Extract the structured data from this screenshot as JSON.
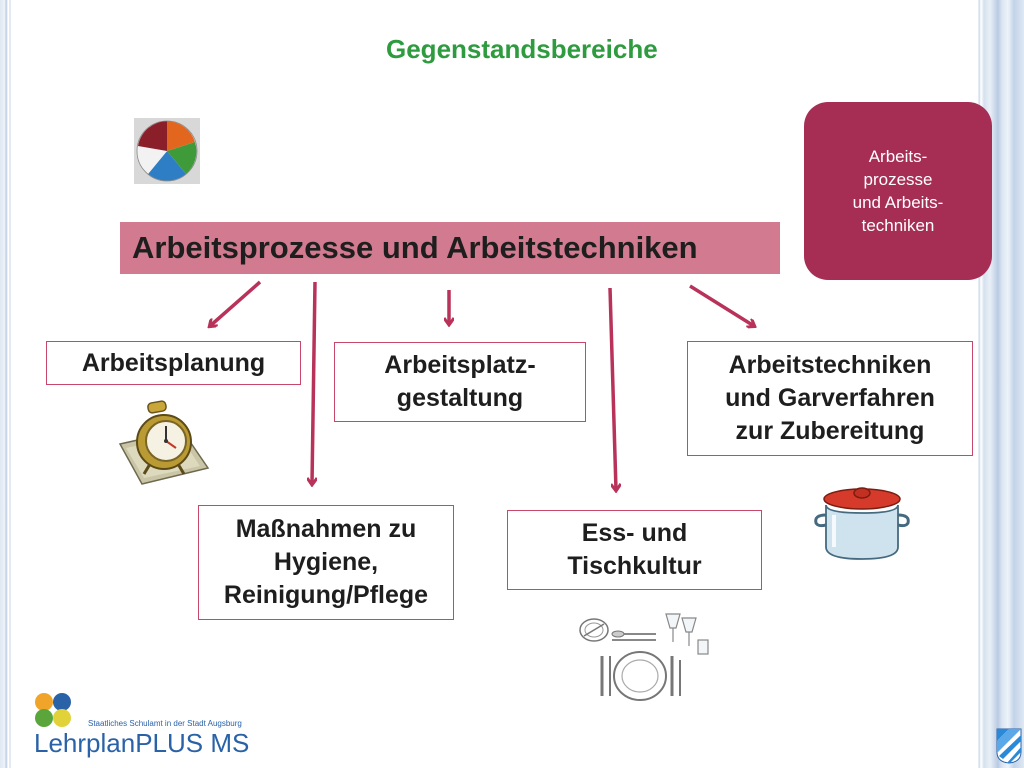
{
  "heading": "Gegenstandsbereiche",
  "main_title": "Arbeitsprozesse und Arbeitstechniken",
  "badge_lines": [
    "Arbeits-",
    "prozesse",
    "und Arbeits-",
    "techniken"
  ],
  "boxes": {
    "planung": [
      "Arbeitsplanung"
    ],
    "platz": [
      "Arbeitsplatz-",
      "gestaltung"
    ],
    "techniken": [
      "Arbeitstechniken",
      "und Garverfahren",
      "zur Zubereitung"
    ],
    "hygiene": [
      "Maßnahmen zu",
      "Hygiene,",
      "Reinigung/Pflege"
    ],
    "esskultur": [
      "Ess- und",
      "Tischkultur"
    ]
  },
  "logo": {
    "name": "LehrplanPLUS MS",
    "subtitle": "Staatliches Schulamt in der Stadt Augsburg"
  },
  "colors": {
    "heading": "#2e9b3f",
    "banner": "#d27a8f",
    "badge": "#a62e55",
    "arrow": "#b8325a",
    "box_border": "#c7486a"
  },
  "icons": [
    "pie-wheel-icon",
    "alarm-clock-icon",
    "cooking-pot-icon",
    "table-setting-icon",
    "logo-puzzle-icon",
    "bavaria-flag-icon"
  ]
}
